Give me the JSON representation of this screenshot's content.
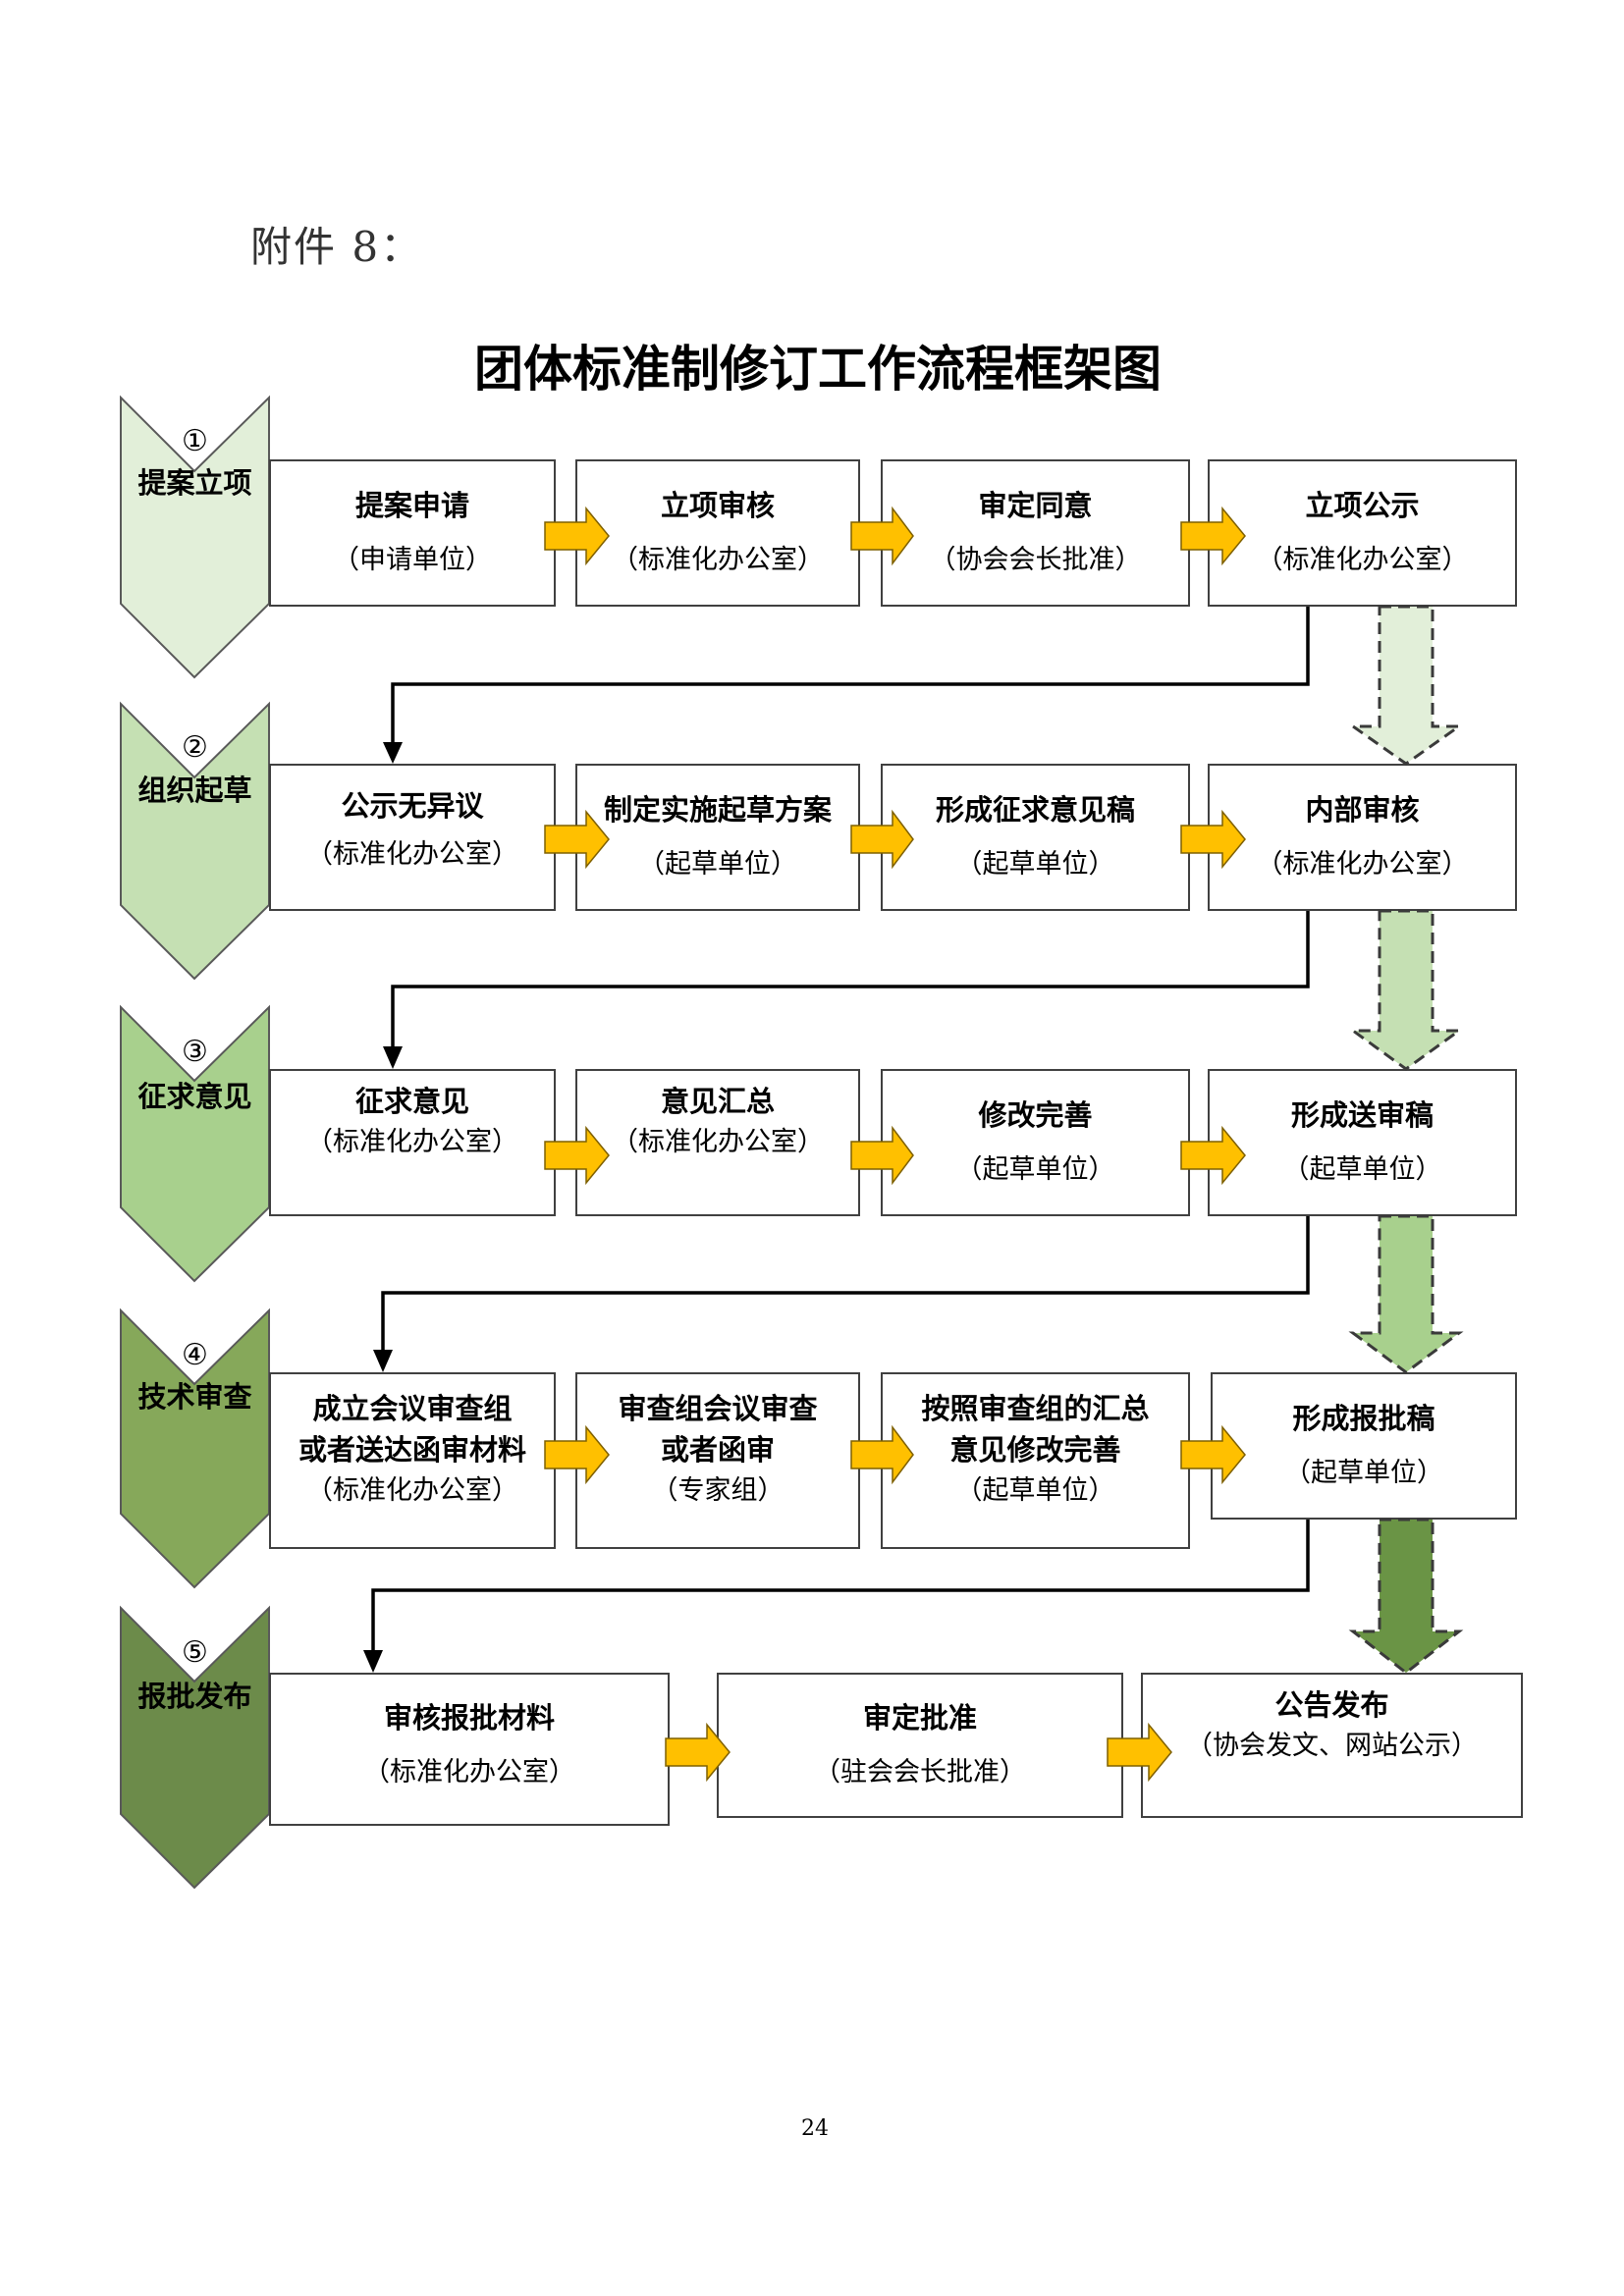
{
  "attachment_label": "附件 8：",
  "title": "团体标准制修订工作流程框架图",
  "stages": [
    {
      "number": "①",
      "label": "提案立项",
      "color": "#e2efd9",
      "steps": [
        {
          "title": [
            "提案申请"
          ],
          "unit": "（申请单位）"
        },
        {
          "title": [
            "立项审核"
          ],
          "unit": "（标准化办公室）"
        },
        {
          "title": [
            "审定同意"
          ],
          "unit": "（协会会长批准）"
        },
        {
          "title": [
            "立项公示"
          ],
          "unit": "（标准化办公室）"
        }
      ]
    },
    {
      "number": "②",
      "label": "组织起草",
      "color": "#c5e0b3",
      "steps": [
        {
          "title": [
            "公示无异议"
          ],
          "unit": "（标准化办公室）"
        },
        {
          "title": [
            "制定实施起草方案"
          ],
          "unit": "（起草单位）"
        },
        {
          "title": [
            "形成征求意见稿"
          ],
          "unit": "（起草单位）"
        },
        {
          "title": [
            "内部审核"
          ],
          "unit": "（标准化办公室）"
        }
      ]
    },
    {
      "number": "③",
      "label": "征求意见",
      "color": "#a8d08d",
      "steps": [
        {
          "title": [
            "征求意见"
          ],
          "unit": "（标准化办公室）"
        },
        {
          "title": [
            "意见汇总"
          ],
          "unit": "（标准化办公室）"
        },
        {
          "title": [
            "修改完善"
          ],
          "unit": "（起草单位）"
        },
        {
          "title": [
            "形成送审稿"
          ],
          "unit": "（起草单位）"
        }
      ]
    },
    {
      "number": "④",
      "label": "技术审查",
      "color": "#86a85a",
      "steps": [
        {
          "title": [
            "成立会议审查组",
            "或者送达函审材料"
          ],
          "unit": "（标准化办公室）"
        },
        {
          "title": [
            "审查组会议审查",
            "或者函审"
          ],
          "unit": "（专家组）"
        },
        {
          "title": [
            "按照审查组的汇总",
            "意见修改完善"
          ],
          "unit": "（起草单位）"
        },
        {
          "title": [
            "形成报批稿"
          ],
          "unit": "（起草单位）"
        }
      ]
    },
    {
      "number": "⑤",
      "label": "报批发布",
      "color": "#6c8b4a",
      "steps": [
        {
          "title": [
            "审核报批材料"
          ],
          "unit": "（标准化办公室）"
        },
        {
          "title": [
            "审定批准"
          ],
          "unit": "（驻会会长批准）"
        },
        {
          "title": [
            "公告发布"
          ],
          "unit": "（协会发文、网站公示）"
        }
      ]
    }
  ],
  "transition_arrow_colors": [
    "#e2efd9",
    "#c5e0b3",
    "#a8d08d",
    "#6a9445"
  ],
  "colors": {
    "step_arrow": "#ffc000",
    "step_arrow_outline": "#7f6000",
    "box_border": "#404040",
    "connector": "#000000"
  },
  "page_number": "24"
}
